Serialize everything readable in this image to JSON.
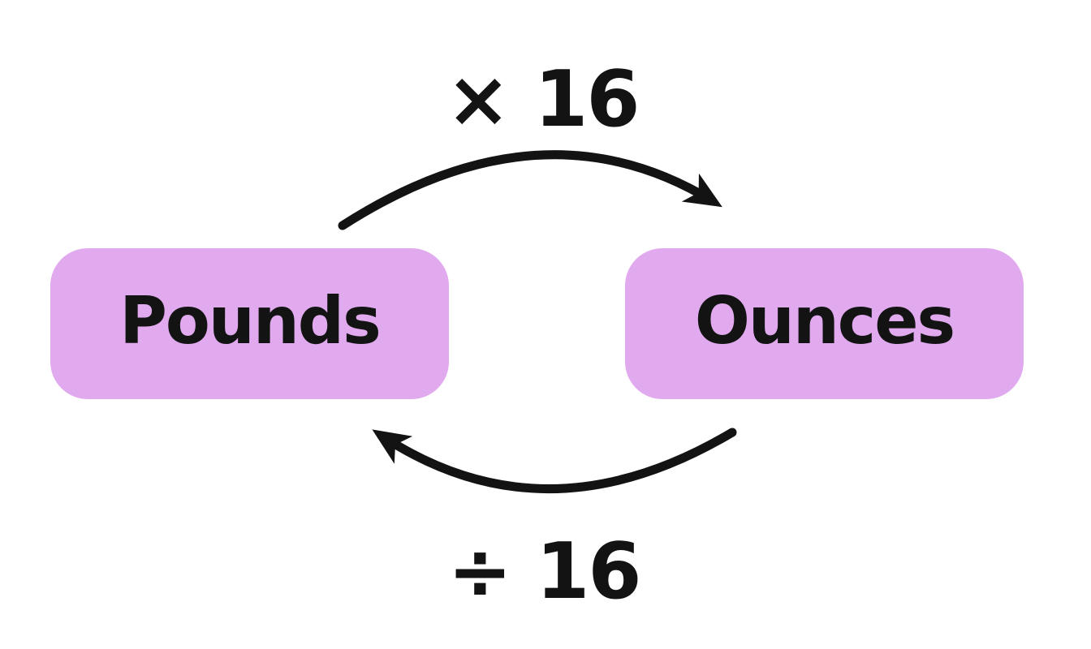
{
  "colors": {
    "background": "#ffffff",
    "box_fill": "#e1aaee",
    "ink": "#131313"
  },
  "diagram": {
    "type": "conversion-cycle",
    "left_box": {
      "label": "Pounds"
    },
    "right_box": {
      "label": "Ounces"
    },
    "top_arrow": {
      "label": "× 16",
      "from": "Pounds",
      "to": "Ounces"
    },
    "bottom_arrow": {
      "label": "÷ 16",
      "from": "Ounces",
      "to": "Pounds"
    }
  }
}
